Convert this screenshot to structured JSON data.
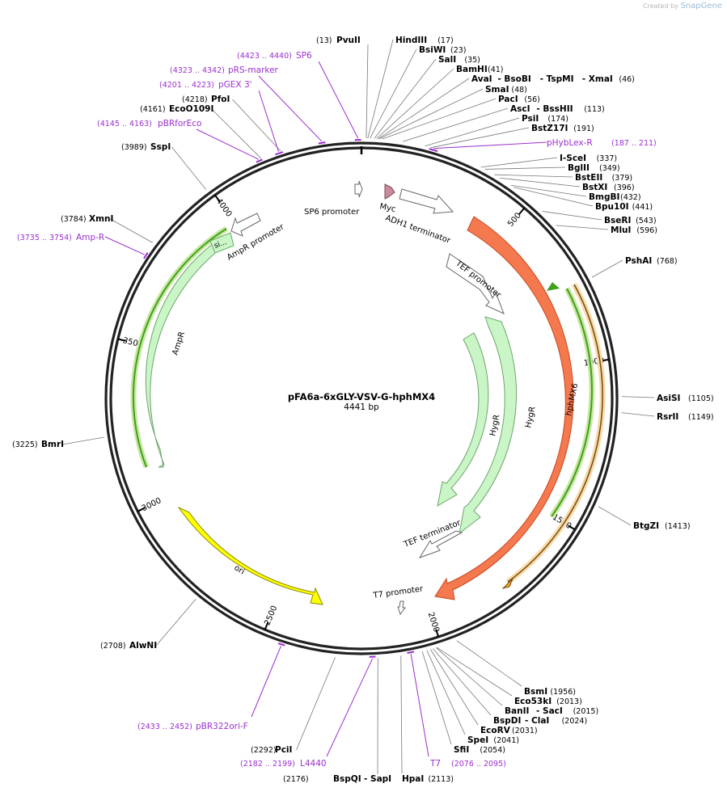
{
  "credit": {
    "prefix": "Created by",
    "brand": "SnapGene"
  },
  "plasmid": {
    "name": "pFA6a-6xGLY-VSV-G-hphMX4",
    "size": "4441 bp"
  },
  "ticks": [
    "500",
    "1000",
    "1500",
    "2000",
    "2500",
    "3000",
    "3500",
    "4000"
  ],
  "sites": [
    {
      "name": "PvuII",
      "pos": "(13)"
    },
    {
      "name": "HindIII",
      "pos": "(17)"
    },
    {
      "name": "BsiWI",
      "pos": "(23)"
    },
    {
      "name": "SalI",
      "pos": "(35)"
    },
    {
      "name": "BamHI",
      "pos": "(41)"
    },
    {
      "name": "AvaI",
      "pos": ""
    },
    {
      "name": "- BsoBI",
      "pos": ""
    },
    {
      "name": "- TspMI",
      "pos": ""
    },
    {
      "name": "- XmaI",
      "pos": "(46)"
    },
    {
      "name": "SmaI",
      "pos": "(48)"
    },
    {
      "name": "PacI",
      "pos": "(56)"
    },
    {
      "name": "AscI",
      "pos": ""
    },
    {
      "name": "- BssHII",
      "pos": "(113)"
    },
    {
      "name": "PsiI",
      "pos": "(174)"
    },
    {
      "name": "BstZ17I",
      "pos": "(191)"
    },
    {
      "name": "I-SceI",
      "pos": "(337)"
    },
    {
      "name": "BglII",
      "pos": "(349)"
    },
    {
      "name": "BstEII",
      "pos": "(379)"
    },
    {
      "name": "BstXI",
      "pos": "(396)"
    },
    {
      "name": "BmgBI",
      "pos": "(432)"
    },
    {
      "name": "Bpu10I",
      "pos": "(441)"
    },
    {
      "name": "BseRI",
      "pos": "(543)"
    },
    {
      "name": "MluI",
      "pos": "(596)"
    },
    {
      "name": "PshAI",
      "pos": "(768)"
    },
    {
      "name": "AsiSI",
      "pos": "(1105)"
    },
    {
      "name": "RsrII",
      "pos": "(1149)"
    },
    {
      "name": "BtgZI",
      "pos": "(1413)"
    },
    {
      "name": "BsmI",
      "pos": "(1956)"
    },
    {
      "name": "Eco53kI",
      "pos": "(2013)"
    },
    {
      "name": "BanII",
      "pos": ""
    },
    {
      "name": "- SacI",
      "pos": "(2015)"
    },
    {
      "name": "BspDI",
      "pos": ""
    },
    {
      "name": "- ClaI",
      "pos": "(2024)"
    },
    {
      "name": "EcoRV",
      "pos": "(2031)"
    },
    {
      "name": "SpeI",
      "pos": "(2041)"
    },
    {
      "name": "SfiI",
      "pos": "(2054)"
    },
    {
      "name": "HpaI",
      "pos": "(2113)"
    },
    {
      "name": "BspQI",
      "pos": "(2176)"
    },
    {
      "name": "- SapI",
      "pos": ""
    },
    {
      "name": "PciI",
      "pos": "(2292)"
    },
    {
      "name": "AlwNI",
      "pos": "(2708)"
    },
    {
      "name": "BmrI",
      "pos": "(3225)"
    },
    {
      "name": "XmnI",
      "pos": "(3784)"
    },
    {
      "name": "SspI",
      "pos": "(3989)"
    },
    {
      "name": "EcoO109I",
      "pos": "(4161)"
    },
    {
      "name": "PfoI",
      "pos": "(4218)"
    }
  ],
  "primers": [
    {
      "name": "SP6",
      "pos": "(4423 .. 4440)"
    },
    {
      "name": "pRS-marker",
      "pos": "(4323 .. 4342)"
    },
    {
      "name": "pGEX 3'",
      "pos": "(4201 .. 4223)"
    },
    {
      "name": "pBRforEco",
      "pos": "(4145 .. 4163)"
    },
    {
      "name": "pHybLex-R",
      "pos": "(187 .. 211)"
    },
    {
      "name": "Amp-R",
      "pos": "(3735 .. 3754)"
    },
    {
      "name": "pBR322ori-F",
      "pos": "(2433 .. 2452)"
    },
    {
      "name": "L4440",
      "pos": "(2182 .. 2199)"
    },
    {
      "name": "T7",
      "pos": "(2076 .. 2095)"
    }
  ],
  "features": {
    "sp6_promoter": "SP6 promoter",
    "myc": "Myc",
    "adh1": "ADH1 terminator",
    "tef_promoter": "TEF promoter",
    "hygr_inner": "HygR",
    "hygr_outer": "HygR",
    "hphmx6": "hphMX6",
    "tef_terminator": "TEF terminator",
    "t7_promoter": "T7 promoter",
    "ori": "ori",
    "ampr": "AmpR",
    "ampr_promoter": "AmpR promoter",
    "si": "si..."
  },
  "colors": {
    "backbone": "#222222",
    "primer": "#9b2fcf",
    "hph": "#f4794f",
    "hygr": "#c9f5c7",
    "ori": "#ffff00",
    "myc": "#c98a9b",
    "orf_green": "#3ea11e",
    "orf_orange": "#f5a623",
    "promoter": "#ffffff"
  }
}
